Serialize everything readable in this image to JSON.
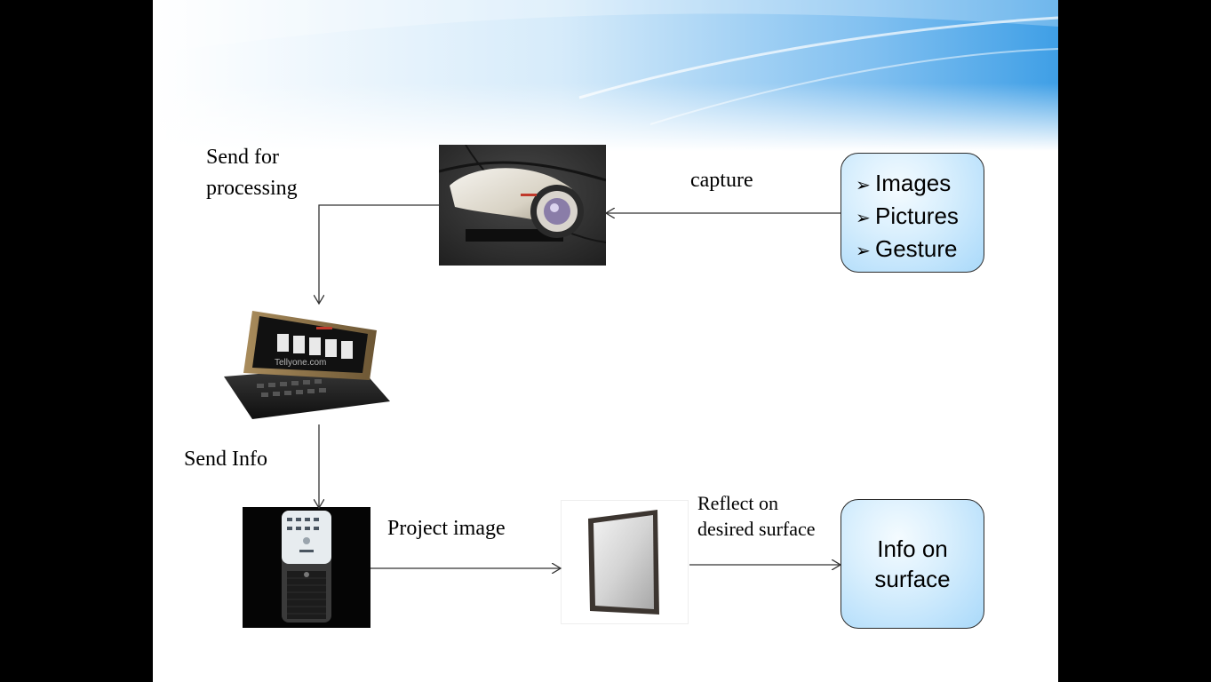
{
  "labels": {
    "send_for": "Send for",
    "processing": "processing",
    "capture": "capture",
    "send_info": "Send Info",
    "project_image": "Project image",
    "reflect_on": "Reflect on",
    "desired_surface": "desired surface"
  },
  "input_box": {
    "items": [
      "Images",
      "Pictures",
      "Gesture"
    ],
    "bullet_glyph": "➢"
  },
  "output_box": {
    "line1": "Info on",
    "line2": "surface"
  },
  "phone_watermark": "Tellyone.com",
  "colors": {
    "box_fill": "#a9d9fa",
    "box_border": "#2b2b2b",
    "arrow": "#333333",
    "header_blue": "#3f9fe6"
  },
  "icons": [
    "camera-photo",
    "smartphone-photo",
    "projector-photo",
    "mirror-photo"
  ]
}
